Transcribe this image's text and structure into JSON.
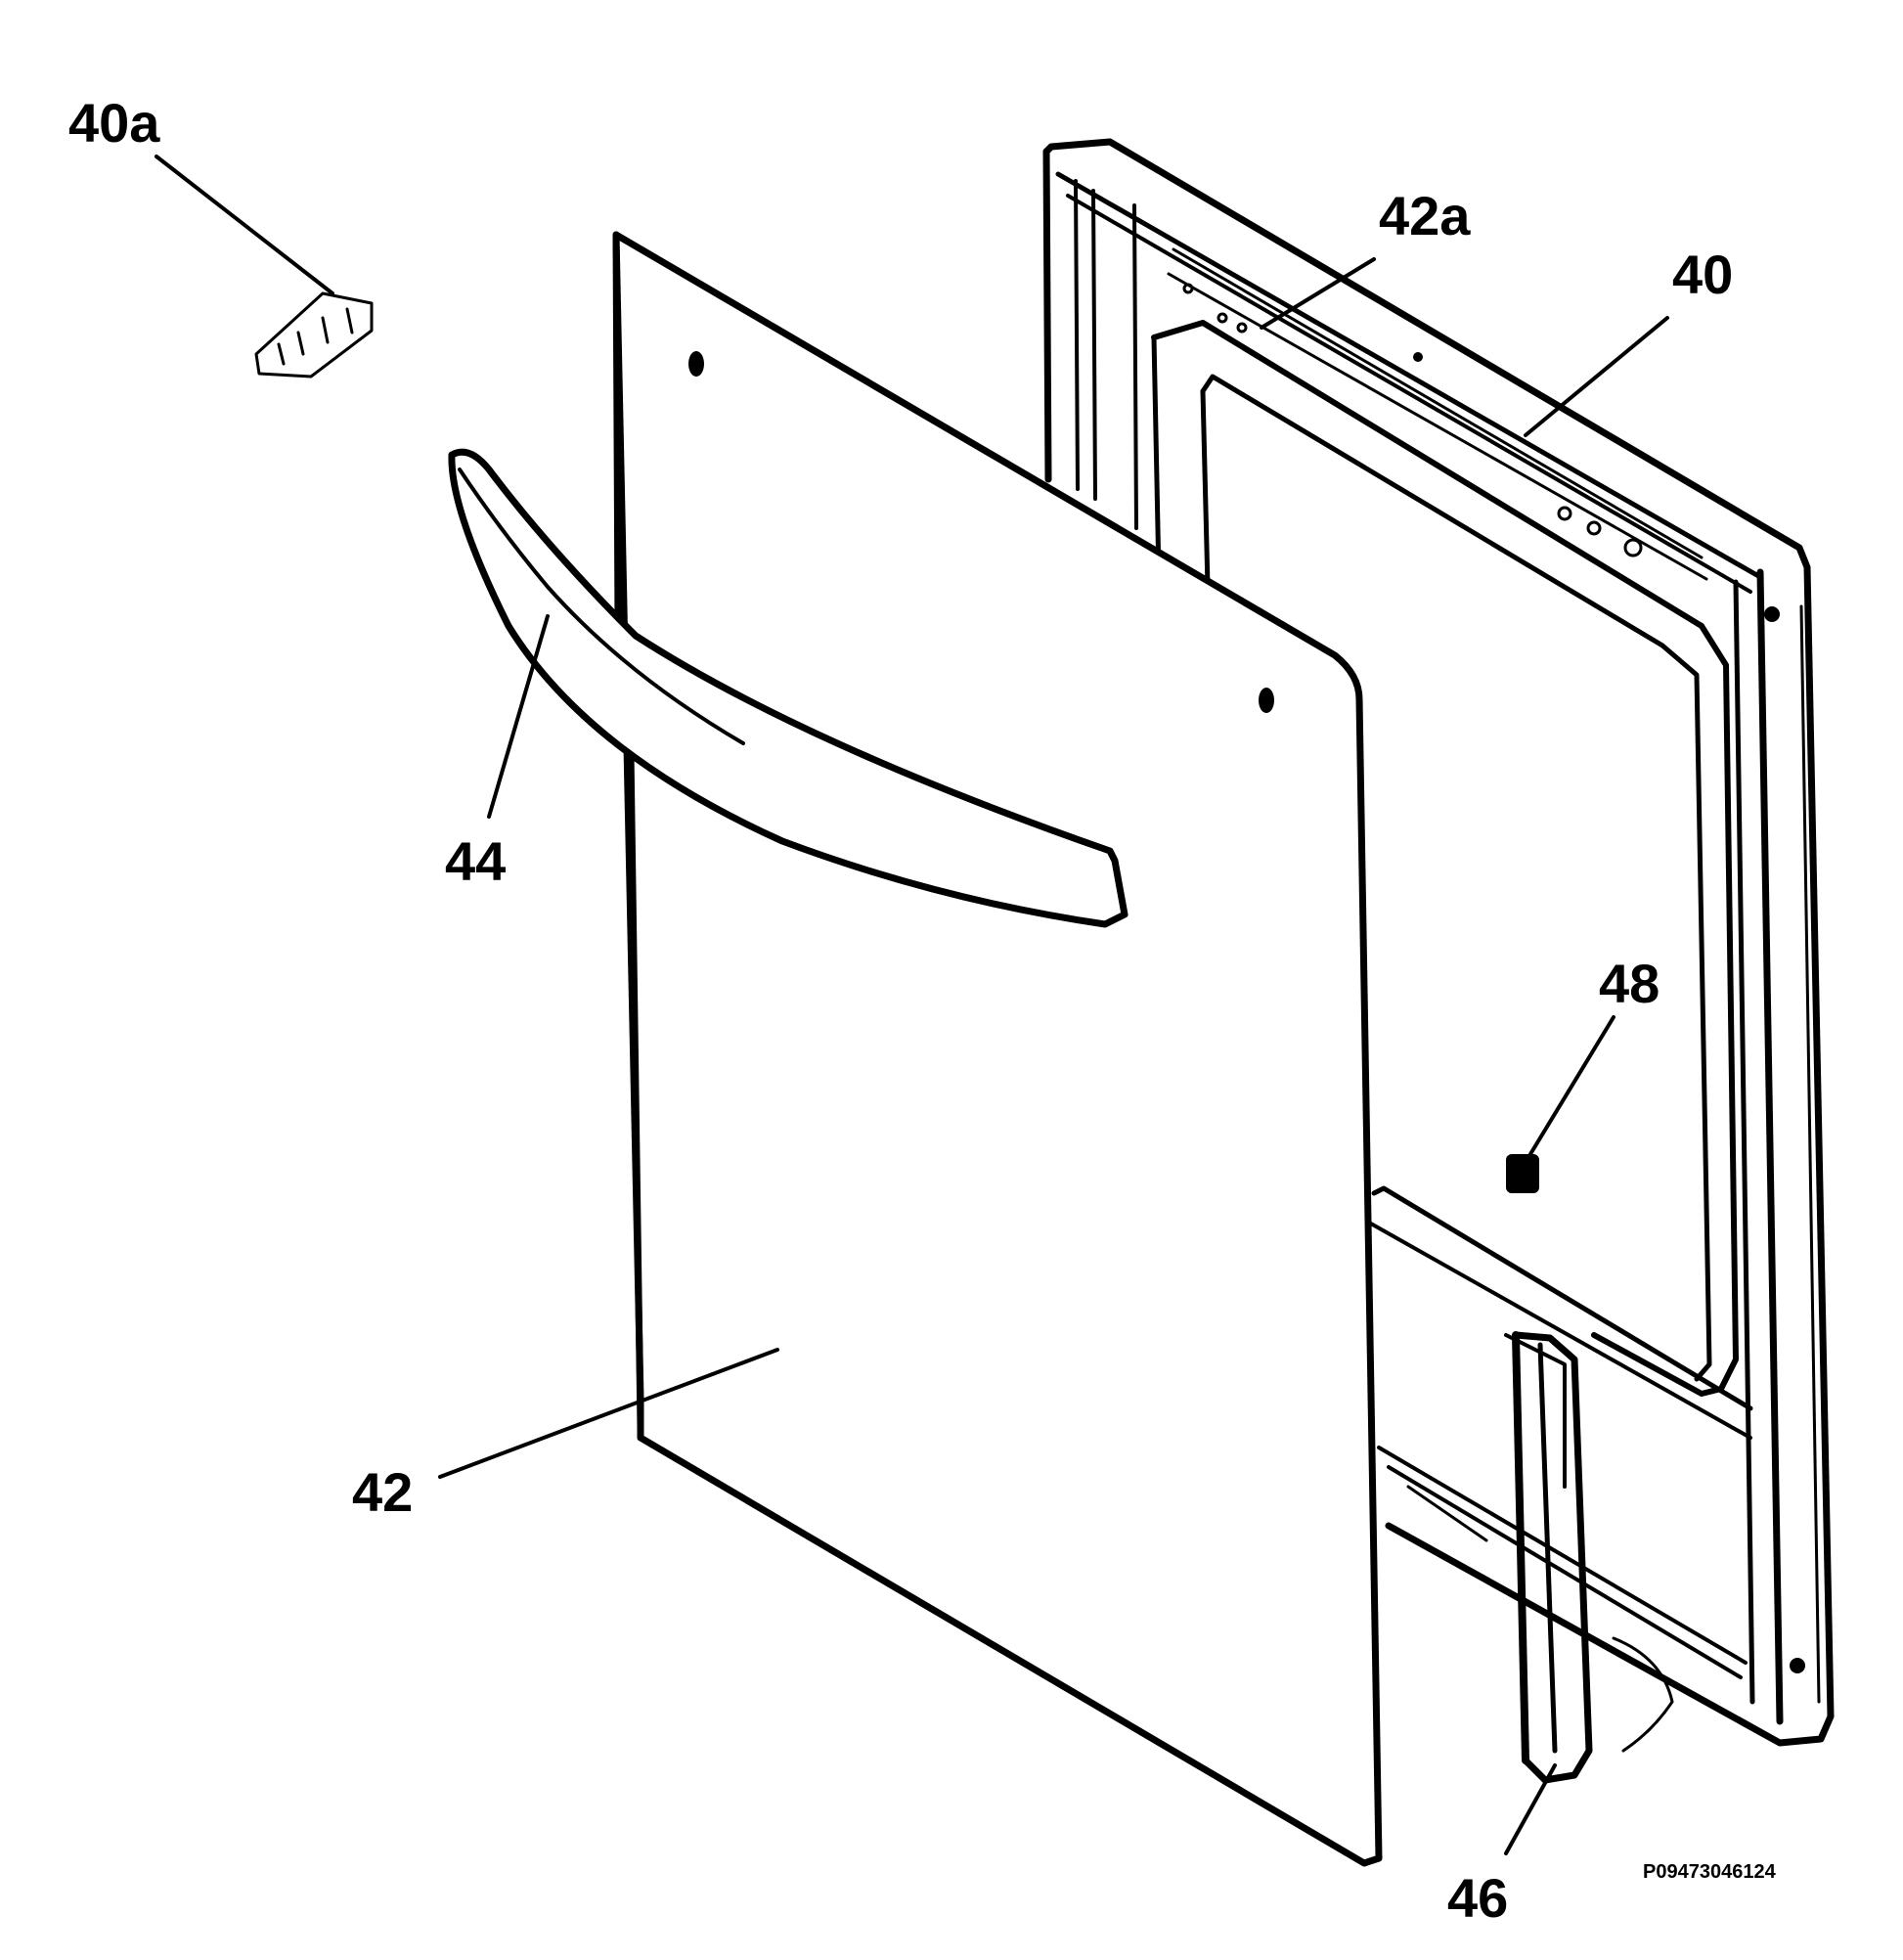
{
  "labels": {
    "l40a": "40a",
    "l42a": "42a",
    "l40": "40",
    "l44": "44",
    "l48": "48",
    "l42": "42",
    "l46": "46"
  },
  "figure_code": "P09473046124"
}
